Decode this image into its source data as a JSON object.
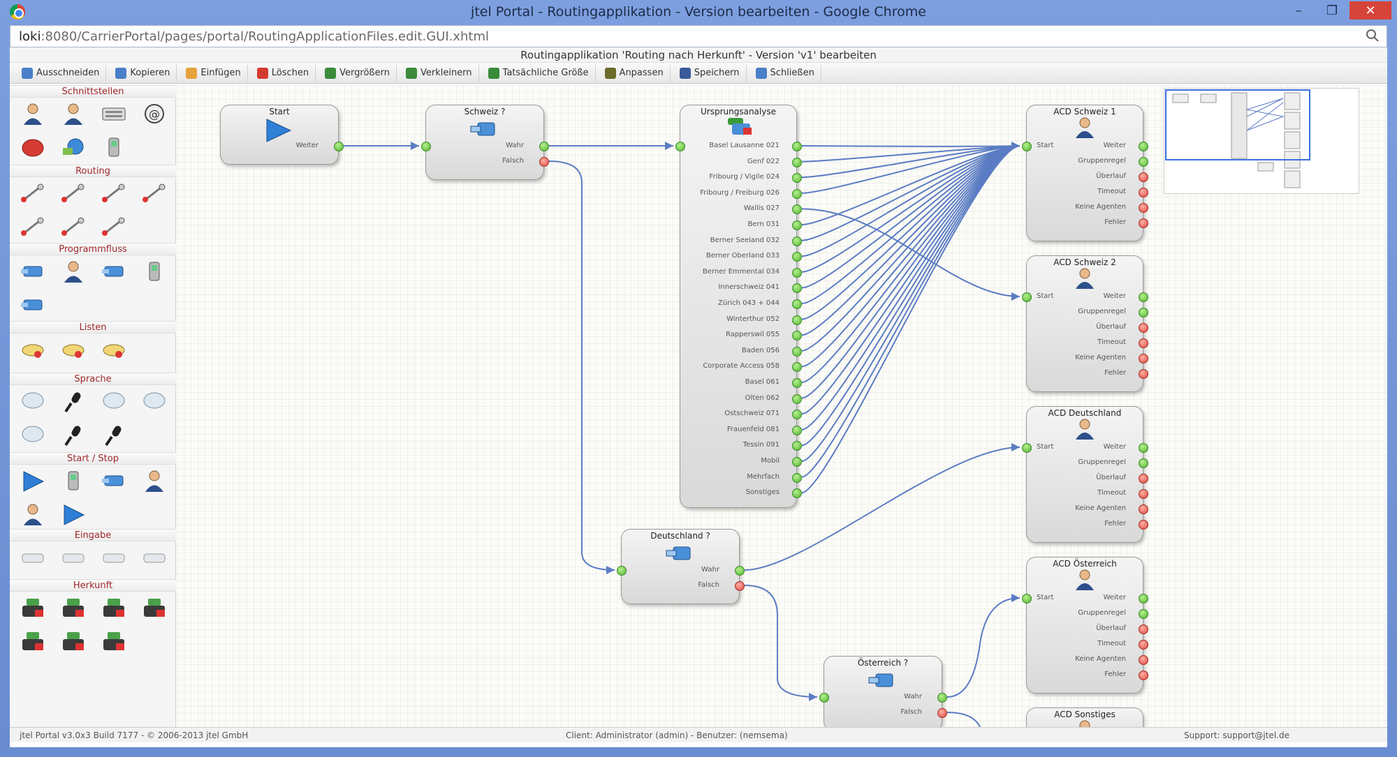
{
  "window": {
    "title": "jtel Portal - Routingapplikation - Version bearbeiten - Google Chrome",
    "url_host": "loki",
    "url_path": ":8080/CarrierPortal/pages/portal/RoutingApplicationFiles.edit.GUI.xhtml",
    "minimize": "–",
    "restore": "❐",
    "close": "✕"
  },
  "page": {
    "title": "Routingapplikation 'Routing nach Herkunft' - Version 'v1' bearbeiten"
  },
  "toolbar": {
    "items": [
      {
        "label": "Ausschneiden",
        "color": "#4a7fc9"
      },
      {
        "label": "Kopieren",
        "color": "#4a7fc9"
      },
      {
        "label": "Einfügen",
        "color": "#e6a23c"
      },
      {
        "label": "Löschen",
        "color": "#d33a2f"
      },
      {
        "label": "Vergrößern",
        "color": "#3a8a3a"
      },
      {
        "label": "Verkleinern",
        "color": "#3a8a3a"
      },
      {
        "label": "Tatsächliche Größe",
        "color": "#3a8a3a"
      },
      {
        "label": "Anpassen",
        "color": "#6a6a2a"
      },
      {
        "label": "Speichern",
        "color": "#3a5a9a"
      },
      {
        "label": "Schließen",
        "color": "#4a7fc9"
      }
    ]
  },
  "palette": {
    "sections": [
      {
        "title": "Schnittstellen",
        "icons": [
          "agent-icon",
          "agent-icon",
          "keyboard-icon",
          "at-icon",
          "stop-icon",
          "globe-icon",
          "phone-icon"
        ]
      },
      {
        "title": "Routing",
        "icons": [
          "route-icon",
          "route-icon",
          "route-icon",
          "route-icon",
          "route-icon",
          "route-icon",
          "route-icon"
        ]
      },
      {
        "title": "Programmfluss",
        "icons": [
          "flow-icon",
          "agent-icon",
          "flow-icon",
          "phone-icon",
          "flow-icon"
        ]
      },
      {
        "title": "Listen",
        "icons": [
          "list-icon",
          "list-icon",
          "list-icon"
        ]
      },
      {
        "title": "Sprache",
        "icons": [
          "speech-icon",
          "mic-icon",
          "speech-icon",
          "speech-icon",
          "speech-icon",
          "mic-icon",
          "mic-icon"
        ]
      },
      {
        "title": "Start / Stop",
        "icons": [
          "play-icon",
          "phone-icon",
          "flow-icon",
          "agent-icon",
          "agent-icon",
          "play-icon"
        ]
      },
      {
        "title": "Eingabe",
        "icons": [
          "keypad-icon",
          "keypad-icon",
          "keypad-icon",
          "keypad-icon"
        ]
      },
      {
        "title": "Herkunft",
        "icons": [
          "origin-icon",
          "origin-icon",
          "origin-icon",
          "origin-icon",
          "origin-icon",
          "origin-icon",
          "origin-icon"
        ]
      }
    ]
  },
  "nodes": {
    "start": {
      "title": "Start",
      "out": "Weiter"
    },
    "schweiz": {
      "title": "Schweiz ?",
      "out1": "Wahr",
      "out2": "Falsch"
    },
    "ursprung": {
      "title": "Ursprungsanalyse",
      "outputs": [
        "Basel Lausanne 021",
        "Genf 022",
        "Fribourg / Vigile 024",
        "Fribourg / Freiburg 026",
        "Wallis 027",
        "Bern 031",
        "Berner Seeland 032",
        "Berner Oberland 033",
        "Berner Emmental 034",
        "Innerschweiz 041",
        "Zürich 043 + 044",
        "Winterthur 052",
        "Rapperswil 055",
        "Baden 056",
        "Corporate Access 058",
        "Basel 061",
        "Olten 062",
        "Ostschweiz 071",
        "Frauenfeld 081",
        "Tessin 091",
        "Mobil",
        "Mehrfach",
        "Sonstiges"
      ]
    },
    "deutschland": {
      "title": "Deutschland ?",
      "out1": "Wahr",
      "out2": "Falsch"
    },
    "oesterreich": {
      "title": "Österreich ?",
      "out1": "Wahr",
      "out2": "Falsch"
    },
    "acd1": {
      "title": "ACD Schweiz 1"
    },
    "acd2": {
      "title": "ACD Schweiz 2"
    },
    "acd3": {
      "title": "ACD Deutschland"
    },
    "acd4": {
      "title": "ACD Österreich"
    },
    "acd5": {
      "title": "ACD Sonstiges"
    },
    "acd_ports": {
      "in": "Start",
      "outputs": [
        "Weiter",
        "Gruppenregel",
        "Überlauf",
        "Timeout",
        "Keine Agenten",
        "Fehler"
      ]
    }
  },
  "statusbar": {
    "left": "jtel Portal v3.0x3 Build 7177 - © 2006-2013 jtel GmbH",
    "center": "Client: Administrator (admin) - Benutzer: (nemsema)",
    "right": "Support: support@jtel.de"
  }
}
